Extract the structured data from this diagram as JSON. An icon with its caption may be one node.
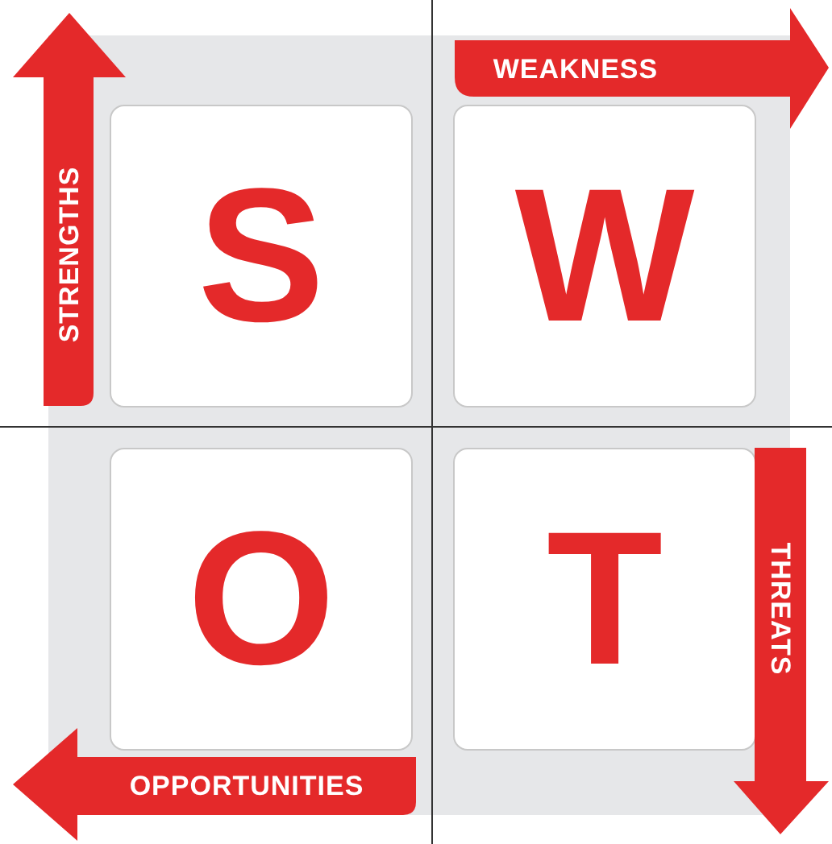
{
  "diagram": {
    "nodes": [
      {
        "text": [
          "S"
        ]
      },
      {
        "text": [
          "STRENGTHS"
        ]
      },
      {
        "text": [
          "W"
        ]
      },
      {
        "text": [
          "WEAKNESS"
        ]
      },
      {
        "text": [
          "O"
        ]
      },
      {
        "text": [
          "OPPORTUNITIES"
        ]
      },
      {
        "text": [
          "T"
        ]
      },
      {
        "text": [
          "THREATS"
        ]
      }
    ],
    "edges": []
  }
}
